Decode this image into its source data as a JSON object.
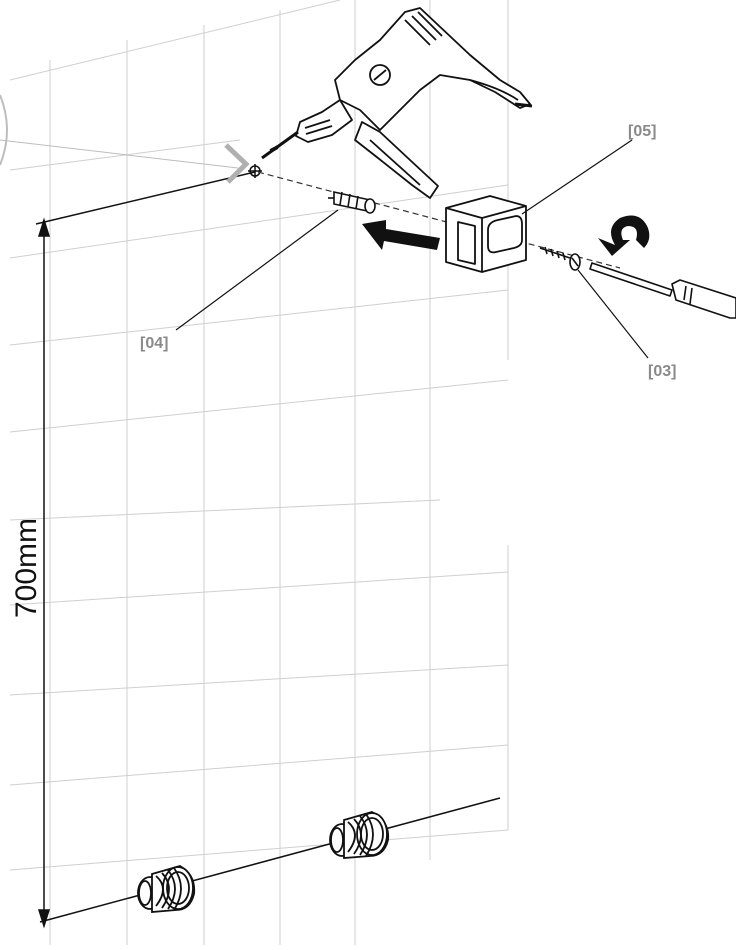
{
  "labels": {
    "part_05": "[05]",
    "part_04": "[04]",
    "part_03": "[03]"
  },
  "dimension": {
    "height_label": "700mm"
  }
}
